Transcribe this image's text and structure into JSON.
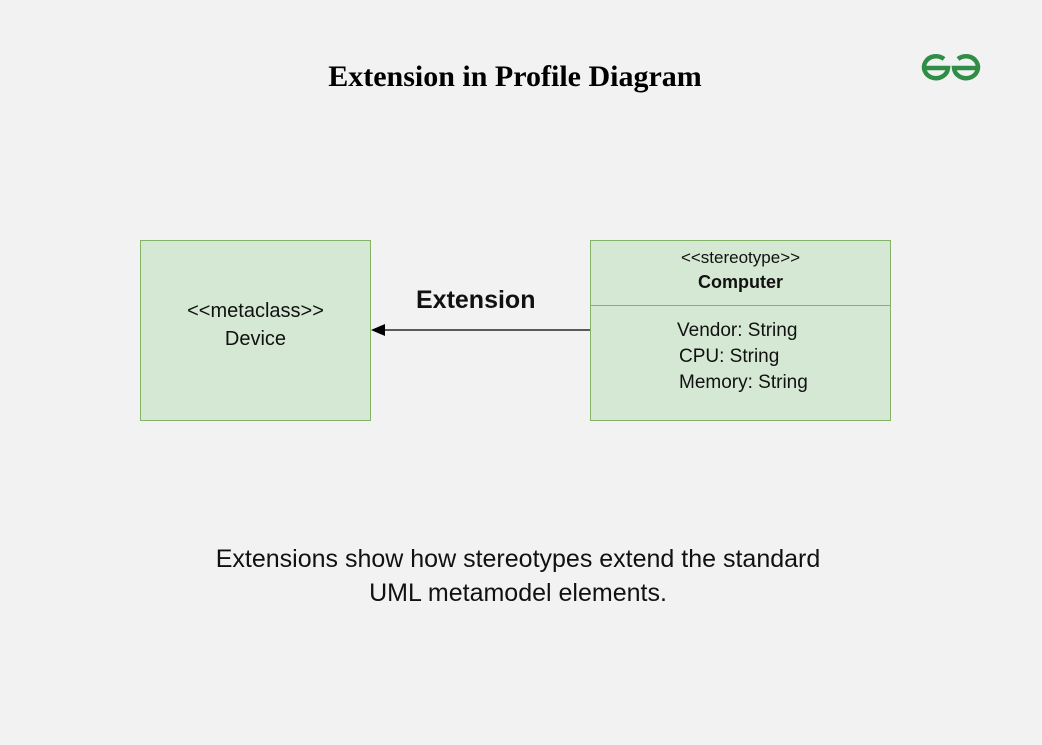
{
  "title": "Extension in Profile Diagram",
  "logo": {
    "icon": "gfg-logo",
    "color": "#2f8d46"
  },
  "metaclass": {
    "stereotype": "<<metaclass>>",
    "name": "Device"
  },
  "stereotype": {
    "stereotype": "<<stereotype>>",
    "name": "Computer",
    "attributes": [
      "Vendor: String",
      "CPU: String",
      "Memory: String"
    ]
  },
  "relation": {
    "label": "Extension"
  },
  "caption": {
    "line1": "Extensions show how stereotypes extend the standard",
    "line2": "UML metamodel elements."
  },
  "colors": {
    "fill": "#d5e8d4",
    "stroke": "#82b366"
  }
}
